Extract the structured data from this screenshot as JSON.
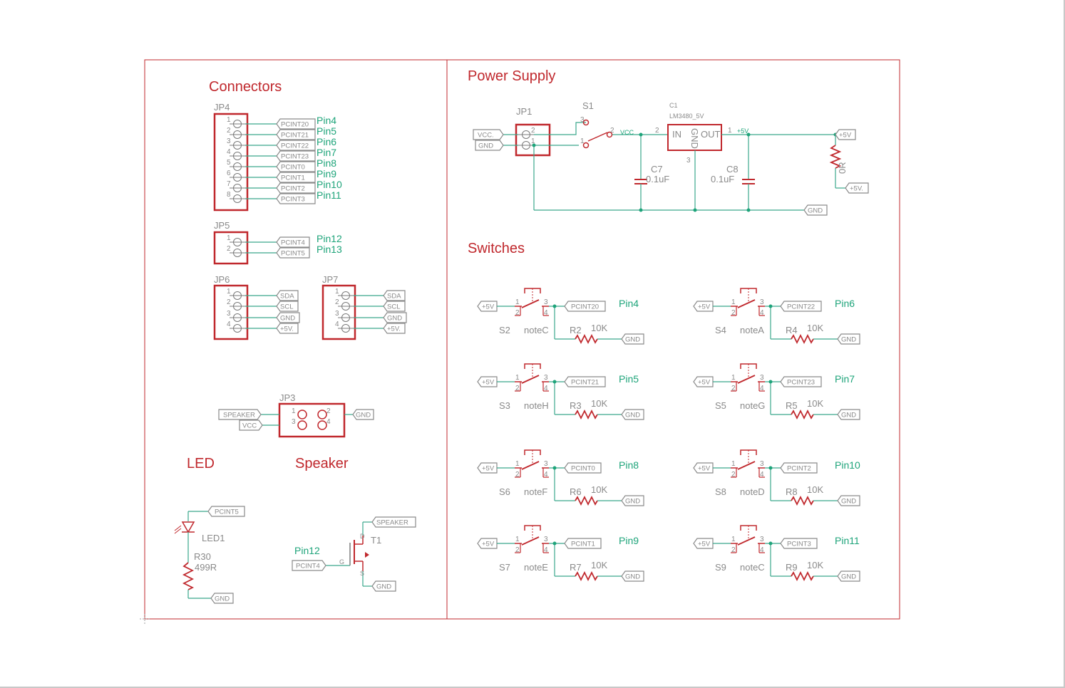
{
  "sections": {
    "connectors": "Connectors",
    "power_supply": "Power Supply",
    "switches": "Switches",
    "led": "LED",
    "speaker": "Speaker"
  },
  "jp4": {
    "ref": "JP4",
    "pins": [
      {
        "num": "1",
        "label": "PCINT20",
        "net": "Pin4"
      },
      {
        "num": "2",
        "label": "PCINT21",
        "net": "Pin5"
      },
      {
        "num": "3",
        "label": "PCINT22",
        "net": "Pin6"
      },
      {
        "num": "4",
        "label": "PCINT23",
        "net": "Pin7"
      },
      {
        "num": "5",
        "label": "PCINT0",
        "net": "Pin8"
      },
      {
        "num": "6",
        "label": "PCINT1",
        "net": "Pin9"
      },
      {
        "num": "7",
        "label": "PCINT2",
        "net": "Pin10"
      },
      {
        "num": "8",
        "label": "PCINT3",
        "net": "Pin11"
      }
    ]
  },
  "jp5": {
    "ref": "JP5",
    "pins": [
      {
        "num": "1",
        "label": "PCINT4",
        "net": "Pin12"
      },
      {
        "num": "2",
        "label": "PCINT5",
        "net": "Pin13"
      }
    ]
  },
  "jp6": {
    "ref": "JP6",
    "pins": [
      {
        "num": "1",
        "label": "SDA"
      },
      {
        "num": "2",
        "label": "SCL"
      },
      {
        "num": "3",
        "label": "GND"
      },
      {
        "num": "4",
        "label": "+5V."
      }
    ]
  },
  "jp7": {
    "ref": "JP7",
    "pins": [
      {
        "num": "1",
        "label": "SDA"
      },
      {
        "num": "2",
        "label": "SCL"
      },
      {
        "num": "3",
        "label": "GND"
      },
      {
        "num": "4",
        "label": "+5V."
      }
    ]
  },
  "jp3": {
    "ref": "JP3",
    "left_labels": [
      "SPEAKER",
      "VCC"
    ],
    "right_label": "GND",
    "pin_nums": [
      "1",
      "2",
      "3",
      "4"
    ]
  },
  "power": {
    "jp1_ref": "JP1",
    "jp1_labels": [
      "VCC.",
      "GND"
    ],
    "jp1_pins": [
      "2",
      "1"
    ],
    "s1_ref": "S1",
    "s1_pins": [
      "3",
      "1",
      "2"
    ],
    "vcc_net": "VCC",
    "c1_ref": "C1",
    "c1_value": "LM3480_5V",
    "reg_in": "IN",
    "reg_out": "OUT",
    "reg_gnd": "GND",
    "reg_pins": [
      "2",
      "1",
      "3"
    ],
    "out_net": "+5V",
    "c7_ref": "C7",
    "c7_value": "0.1uF",
    "c8_ref": "C8",
    "c8_value": "0.1uF",
    "r_ref": "0R",
    "label_5v_top": "+5V",
    "label_5v_bottom": "+5V.",
    "gnd_label": "GND"
  },
  "switches": [
    {
      "ref": "S2",
      "value": "noteC",
      "resistor": "R2",
      "rvalue": "10K",
      "pcint": "PCINT20",
      "net": "Pin4"
    },
    {
      "ref": "S4",
      "value": "noteA",
      "resistor": "R4",
      "rvalue": "10K",
      "pcint": "PCINT22",
      "net": "Pin6"
    },
    {
      "ref": "S3",
      "value": "noteH",
      "resistor": "R3",
      "rvalue": "10K",
      "pcint": "PCINT21",
      "net": "Pin5"
    },
    {
      "ref": "S5",
      "value": "noteG",
      "resistor": "R5",
      "rvalue": "10K",
      "pcint": "PCINT23",
      "net": "Pin7"
    },
    {
      "ref": "S6",
      "value": "noteF",
      "resistor": "R6",
      "rvalue": "10K",
      "pcint": "PCINT0",
      "net": "Pin8"
    },
    {
      "ref": "S8",
      "value": "noteD",
      "resistor": "R8",
      "rvalue": "10K",
      "pcint": "PCINT2",
      "net": "Pin10"
    },
    {
      "ref": "S7",
      "value": "noteE",
      "resistor": "R7",
      "rvalue": "10K",
      "pcint": "PCINT1",
      "net": "Pin9"
    },
    {
      "ref": "S9",
      "value": "noteC",
      "resistor": "R9",
      "rvalue": "10K",
      "pcint": "PCINT3",
      "net": "Pin11"
    }
  ],
  "switch_common": {
    "supply": "+5V",
    "gnd": "GND",
    "pins": [
      "1",
      "3",
      "2",
      "4"
    ]
  },
  "led_block": {
    "pcint": "PCINT5",
    "led_ref": "LED1",
    "r_ref": "R30",
    "r_value": "499R",
    "gnd": "GND"
  },
  "speaker_block": {
    "net": "Pin12",
    "pcint": "PCINT4",
    "speaker": "SPEAKER",
    "t_ref": "T1",
    "gnd": "GND",
    "d": "D",
    "g": "G",
    "s": "S"
  },
  "colors": {
    "symbol": "#c0282d",
    "wire": "#3aa88c",
    "net_label": "#1ea47a",
    "text": "#8a8a8a"
  }
}
